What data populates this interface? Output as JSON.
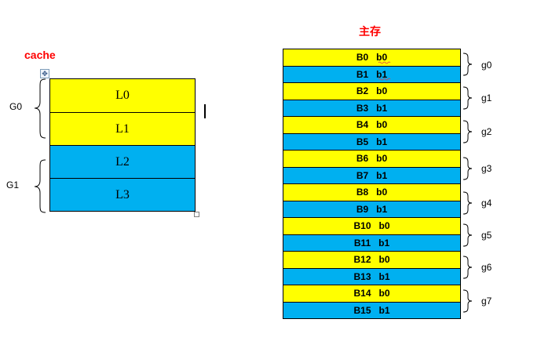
{
  "cache": {
    "title": "cache",
    "lines": [
      {
        "label": "L0",
        "color": "#ffff00"
      },
      {
        "label": "L1",
        "color": "#ffff00"
      },
      {
        "label": "L2",
        "color": "#00b0f0"
      },
      {
        "label": "L3",
        "color": "#00b0f0"
      }
    ],
    "groups": [
      "G0",
      "G1"
    ]
  },
  "memory": {
    "title": "主存",
    "blocks": [
      {
        "label": "B0   b0",
        "color": "#ffff00"
      },
      {
        "label": "B1   b1",
        "color": "#00b0f0"
      },
      {
        "label": "B2   b0",
        "color": "#ffff00"
      },
      {
        "label": "B3   b1",
        "color": "#00b0f0"
      },
      {
        "label": "B4   b0",
        "color": "#ffff00"
      },
      {
        "label": "B5   b1",
        "color": "#00b0f0"
      },
      {
        "label": "B6   b0",
        "color": "#ffff00"
      },
      {
        "label": "B7   b1",
        "color": "#00b0f0"
      },
      {
        "label": "B8   b0",
        "color": "#ffff00"
      },
      {
        "label": "B9   b1",
        "color": "#00b0f0"
      },
      {
        "label": "B10   b0",
        "color": "#ffff00"
      },
      {
        "label": "B11   b1",
        "color": "#00b0f0"
      },
      {
        "label": "B12   b0",
        "color": "#ffff00"
      },
      {
        "label": "B13   b1",
        "color": "#00b0f0"
      },
      {
        "label": "B14   b0",
        "color": "#ffff00"
      },
      {
        "label": "B15   b1",
        "color": "#00b0f0"
      }
    ],
    "groups": [
      "g0",
      "g1",
      "g2",
      "g3",
      "g4",
      "g5",
      "g6",
      "g7"
    ]
  }
}
